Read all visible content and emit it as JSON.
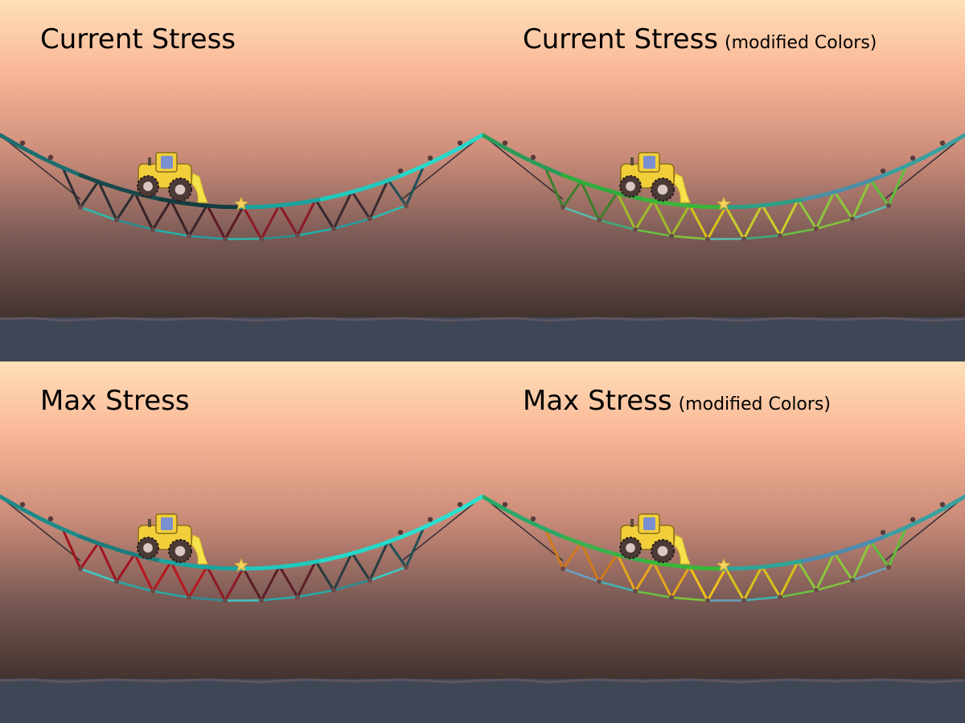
{
  "panels": [
    {
      "title": "Current Stress",
      "subtitle": "",
      "colors": {
        "deck": [
          "#1e6e70",
          "#17484c",
          "#123c40",
          "#1aa39c",
          "#22c9bd",
          "#26d8c8"
        ],
        "diagonal": [
          "#2a2d33",
          "#3a2328",
          "#5a1a24",
          "#8a1a28",
          "#3a2a30",
          "#1f4f55"
        ],
        "bottom": [
          "#2fb7ad",
          "#2a8f8e",
          "#20b0a8",
          "#2a9aa0"
        ],
        "hanger": "#3a3036"
      }
    },
    {
      "title": "Current Stress",
      "subtitle": "(modified Colors)",
      "colors": {
        "deck": [
          "#2a9a5a",
          "#2fae3c",
          "#3ab53a",
          "#2e9f86",
          "#4a8fa6",
          "#3aa0a0"
        ],
        "diagonal": [
          "#3d7f2a",
          "#9dbb2a",
          "#d8c21a",
          "#c9cd2a",
          "#8cc63c",
          "#5fbf3a"
        ],
        "bottom": [
          "#5ab8a8",
          "#3faa7a",
          "#6ac040",
          "#7fc23a"
        ],
        "hanger": "#3a3036"
      }
    },
    {
      "title": "Max Stress",
      "subtitle": "",
      "colors": {
        "deck": [
          "#1e8a88",
          "#1d7d7d",
          "#1aa6a0",
          "#22c7bd",
          "#26d8c8",
          "#2ae0cf"
        ],
        "diagonal": [
          "#a0141e",
          "#b8161f",
          "#8f1a26",
          "#5a1e27",
          "#2a3a40",
          "#1f5055"
        ],
        "bottom": [
          "#3ec7bd",
          "#2aa7a7",
          "#28a8a4",
          "#2c8e96"
        ],
        "hanger": "#3a3036"
      }
    },
    {
      "title": "Max Stress",
      "subtitle": "(modified Colors)",
      "colors": {
        "deck": [
          "#2aa86a",
          "#39b04a",
          "#3ab53a",
          "#2fa598",
          "#4b8cb0",
          "#3aa0a0"
        ],
        "diagonal": [
          "#d07a1a",
          "#e6a51a",
          "#f0c01a",
          "#d9c01a",
          "#8cc63c",
          "#5fbf3a"
        ],
        "bottom": [
          "#6a9fc0",
          "#42b0b0",
          "#6ac040",
          "#7fc23a"
        ],
        "hanger": "#3a3036"
      }
    }
  ]
}
